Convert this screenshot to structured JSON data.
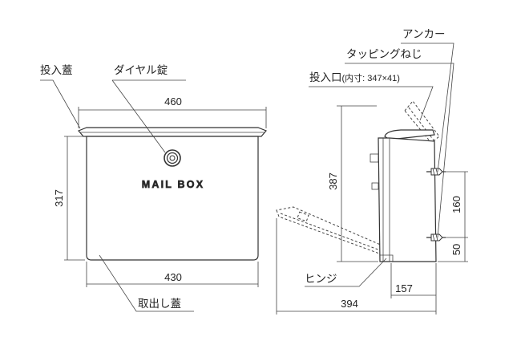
{
  "labels": {
    "anchor": "アンカー",
    "tapping_screw": "タッピングねじ",
    "slot_prefix": "投入口",
    "slot_inner": "(内寸: 347×41)",
    "slot_lid": "投入蓋",
    "dial_lock": "ダイヤル錠",
    "hinge": "ヒンジ",
    "takeout_lid": "取出し蓋",
    "mailbox_text": "MAIL BOX"
  },
  "dimensions": {
    "top_width": "460",
    "bottom_width": "430",
    "front_height": "317",
    "side_height": "387",
    "anchor_spacing": "160",
    "anchor_bottom": "50",
    "hinge_offset": "157",
    "total_depth": "394"
  }
}
